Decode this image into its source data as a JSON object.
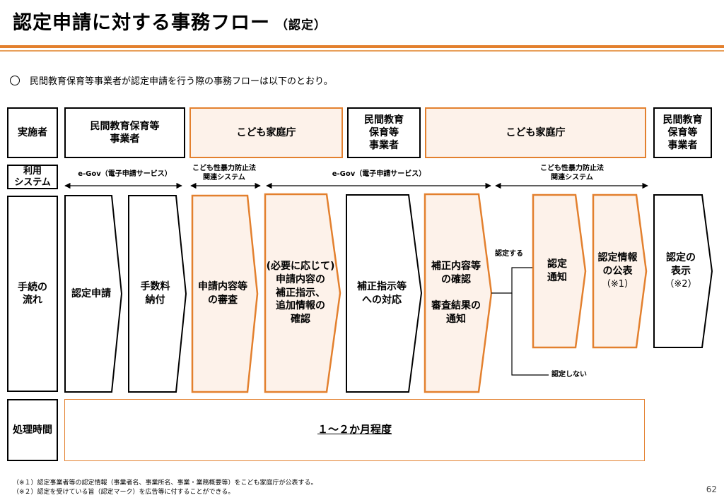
{
  "header": {
    "title": "認定申請に対する事務フロー",
    "title_sub": "（認定）"
  },
  "intro": "民間教育保育等事業者が認定申請を行う際の事務フローは以下のとおり。",
  "row_labels": {
    "actor": "実施者",
    "system": "利用\nシステム",
    "flow": "手続の\n流れ",
    "time": "処理時間"
  },
  "actors": [
    "民間教育保育等\n事業者",
    "こども家庭庁",
    "民間教育\n保育等\n事業者",
    "こども家庭庁",
    "民間教育\n保育等\n事業者"
  ],
  "systems": [
    "e-Gov（電子申請サービス）",
    "こども性暴力防止法\n関連システム",
    "e-Gov（電子申請サービス）",
    "こども性暴力防止法\n関連システム"
  ],
  "steps": [
    {
      "text": "認定申請"
    },
    {
      "text": "手数料\n納付"
    },
    {
      "text": "申請内容等\nの審査"
    },
    {
      "text": "(必要に応じて)\n申請内容の\n補正指示、\n追加情報の\n確認"
    },
    {
      "text": "補正指示等\nへの対応"
    },
    {
      "text": "補正内容等\nの確認\n\n審査結果の\n通知"
    },
    {
      "text": "認定\n通知"
    },
    {
      "text": "認定情報\nの公表",
      "note": "（※1）"
    },
    {
      "text": "認定の\n表示",
      "note": "（※2）"
    }
  ],
  "branch": {
    "yes": "認定する",
    "no": "認定しない"
  },
  "processing_time": "１～２か月程度",
  "footnotes": [
    "（※１）認定事業者等の認定情報（事業者名、事業所名、事業・業務概要等）をこども家庭庁が公表する。",
    "（※２）認定を受けている旨（認定マーク）を広告等に付することができる。"
  ],
  "page_number": "62",
  "colors": {
    "accent": "#e3802e",
    "fill": "#fdf2ea"
  }
}
